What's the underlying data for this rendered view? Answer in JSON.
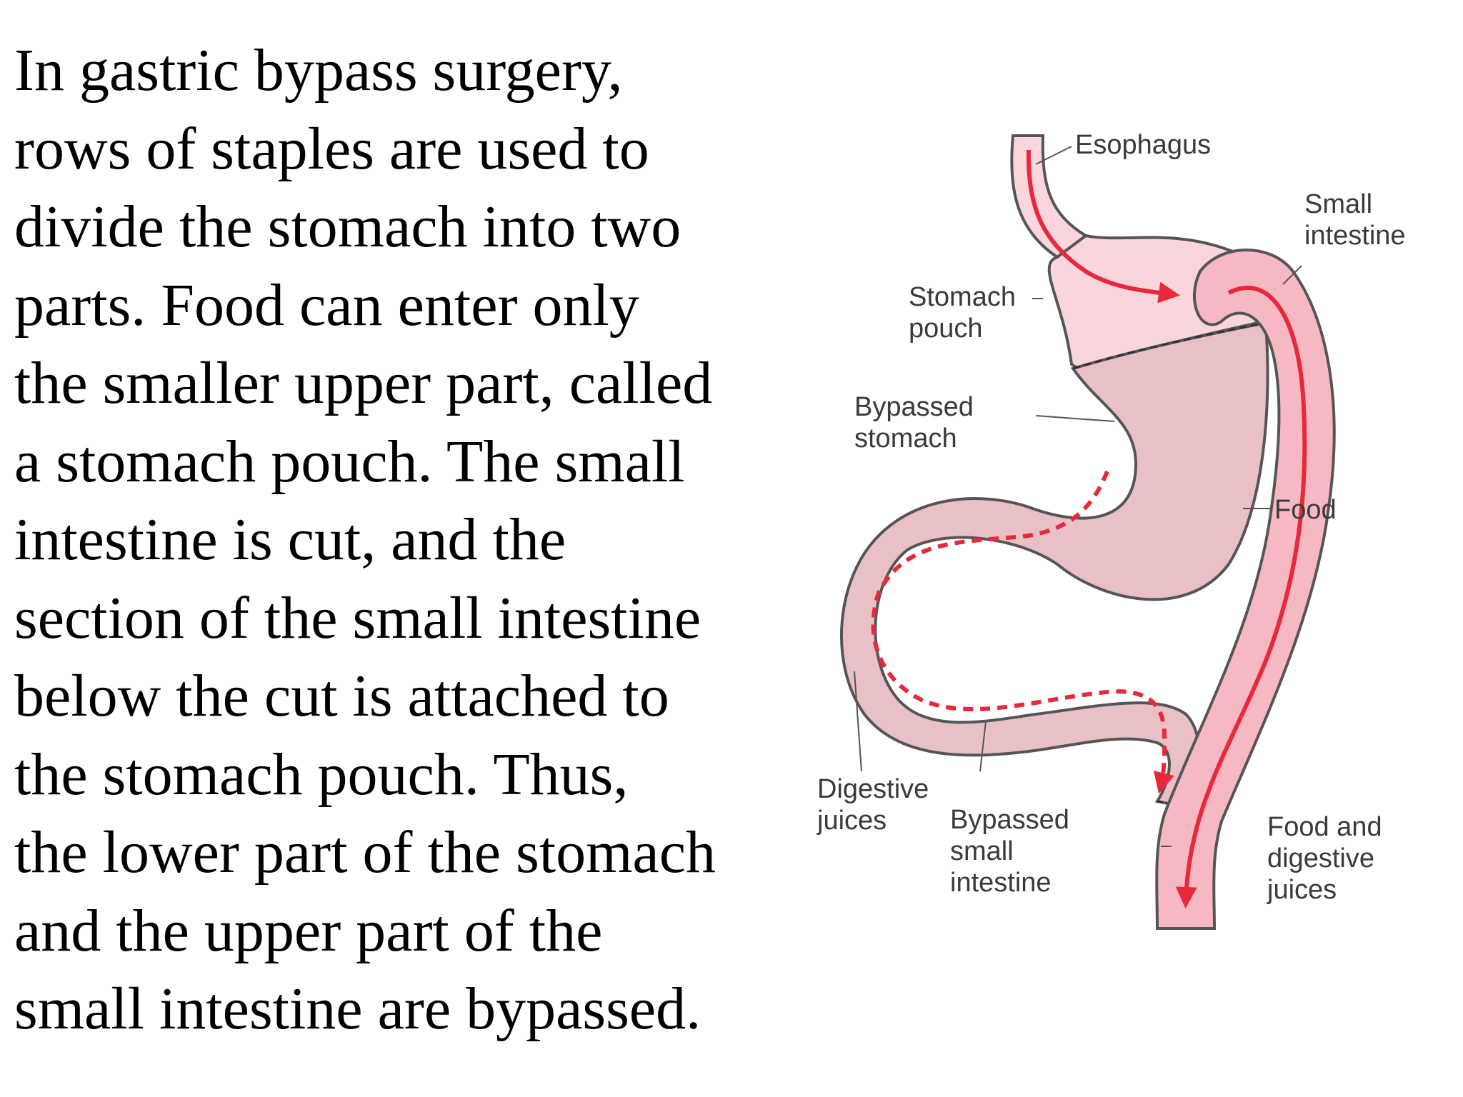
{
  "description_lines": [
    "In gastric bypass surgery,",
    "rows of staples are used to",
    "divide the stomach into two",
    "parts. Food can enter only",
    "the smaller upper part, called",
    "a stomach pouch. The small",
    "intestine is cut, and the",
    "section of the small intestine",
    "below the cut is attached to",
    "the stomach pouch. Thus,",
    "the lower part of the stomach",
    "and the upper part of the",
    "small intestine are bypassed."
  ],
  "diagram": {
    "labels": {
      "esophagus": "Esophagus",
      "small_intestine": [
        "Small",
        "intestine"
      ],
      "stomach_pouch": [
        "Stomach",
        "pouch"
      ],
      "bypassed_stomach": [
        "Bypassed",
        "stomach"
      ],
      "food": "Food",
      "digestive_juices": [
        "Digestive",
        "juices"
      ],
      "bypassed_small_intestine": [
        "Bypassed",
        "small",
        "intestine"
      ],
      "food_and_digestive_juices": [
        "Food and",
        "digestive",
        "juices"
      ]
    },
    "colors": {
      "pouch_fill": "#f9d6dc",
      "bypassed_fill": "#e8c0c6",
      "tube_fill": "#f6b8c2",
      "arrow_red": "#e8283c",
      "outline": "#555555"
    }
  }
}
